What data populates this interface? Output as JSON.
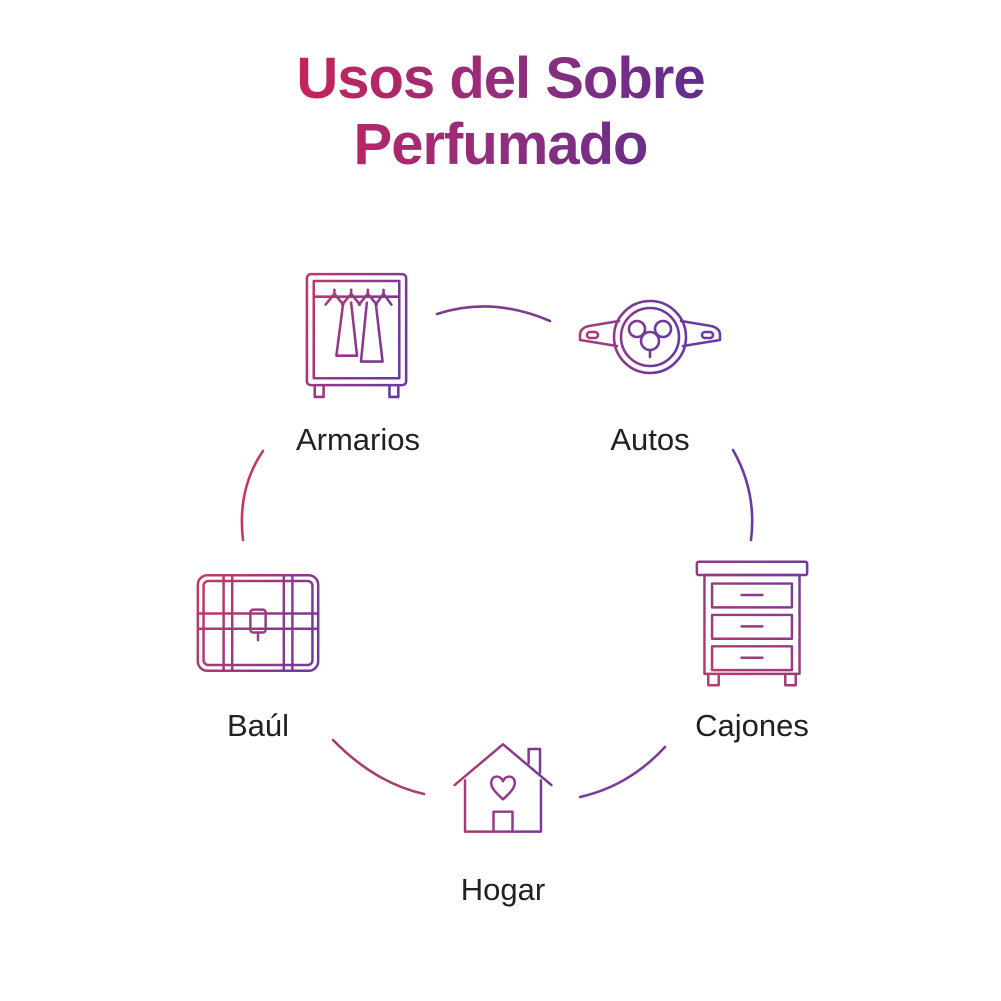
{
  "title": {
    "line1": "Usos del Sobre",
    "line2": "Perfumado"
  },
  "items": [
    {
      "id": "armarios",
      "label": "Armarios",
      "icon": "wardrobe-icon"
    },
    {
      "id": "autos",
      "label": "Autos",
      "icon": "steering-wheel-icon"
    },
    {
      "id": "cajones",
      "label": "Cajones",
      "icon": "drawers-icon"
    },
    {
      "id": "hogar",
      "label": "Hogar",
      "icon": "house-heart-icon"
    },
    {
      "id": "baul",
      "label": "Baúl",
      "icon": "trunk-icon"
    }
  ],
  "colors": {
    "background": "#ffffff",
    "title_gradient_start": "#c7235c",
    "title_gradient_end": "#5b2d8e",
    "icon_gradient_start": "#c23a64",
    "icon_gradient_end": "#6b3a9e",
    "label_text": "#212121"
  },
  "layout": {
    "type": "circular-cycle-diagram",
    "connector_count": 5
  }
}
